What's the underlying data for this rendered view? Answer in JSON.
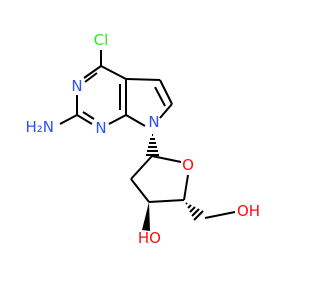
{
  "molecule": {
    "atoms": {
      "cl": {
        "label": "Cl",
        "color": "#1FF01F"
      },
      "n3": {
        "label": "N",
        "color": "#3050F8"
      },
      "n1": {
        "label": "N",
        "color": "#3050F8"
      },
      "n7": {
        "label": "N",
        "color": "#3050F8"
      },
      "nh2": {
        "label": "H₂N",
        "color": "#3050F8"
      },
      "o_ring": {
        "label": "O",
        "color": "#FF0D0D"
      },
      "oh_3": {
        "label": "HO",
        "color": "#FF0D0D"
      },
      "oh_5": {
        "label": "OH",
        "color": "#FF0D0D"
      }
    }
  }
}
